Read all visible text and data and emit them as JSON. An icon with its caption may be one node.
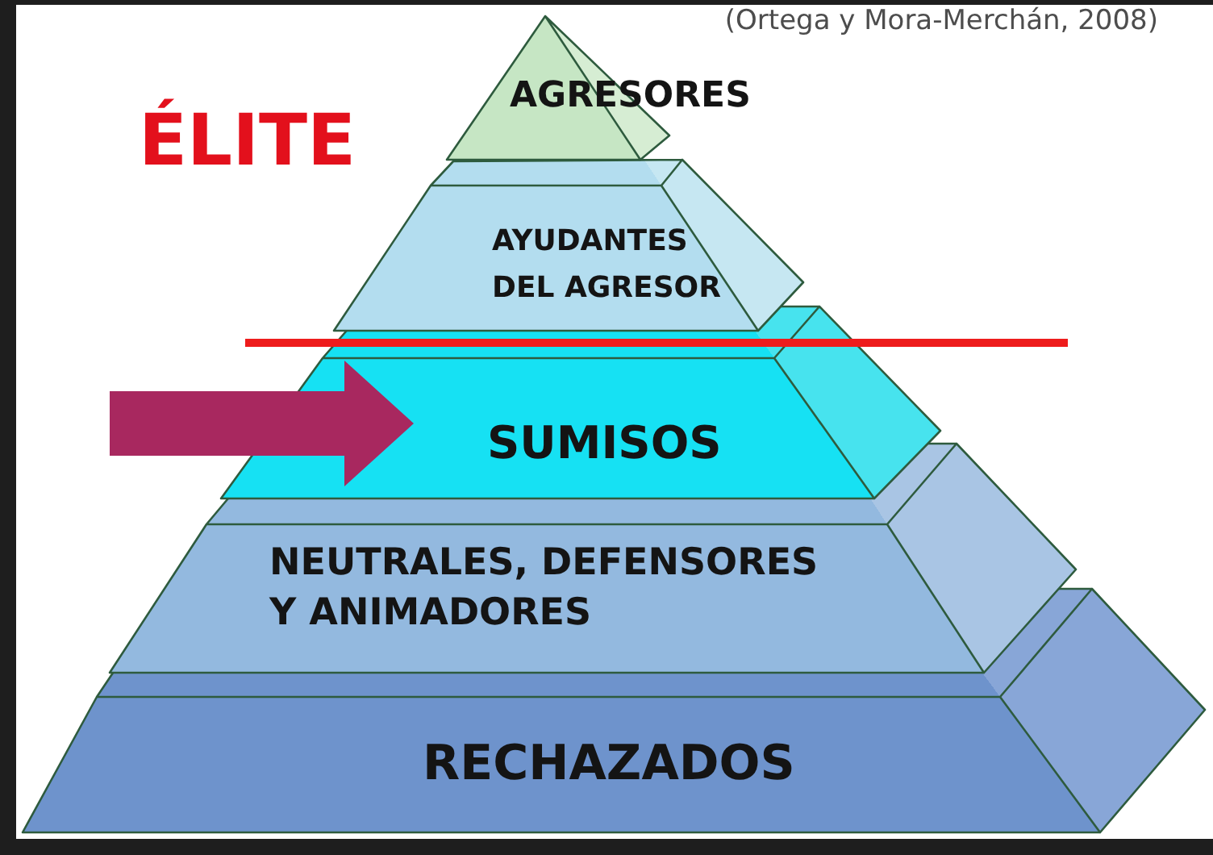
{
  "diagram": {
    "nodes": [
      {
        "text": [
          "AGRESORES"
        ]
      },
      {
        "text": [
          "AYUDANTES DEL AGRESOR"
        ]
      },
      {
        "text": [
          "SUMISOS"
        ]
      },
      {
        "text": [
          "NEUTRALES, DEFENSORES Y ANIMADORES"
        ]
      },
      {
        "text": [
          "RECHAZADOS"
        ]
      }
    ],
    "edges": [
      {
        "from": null,
        "to": 2,
        "arrow": "to",
        "color": "#a8285f"
      }
    ],
    "labels": [
      "(Ortega y Mora-Merchán, 2008)",
      "ÉLITE"
    ]
  }
}
